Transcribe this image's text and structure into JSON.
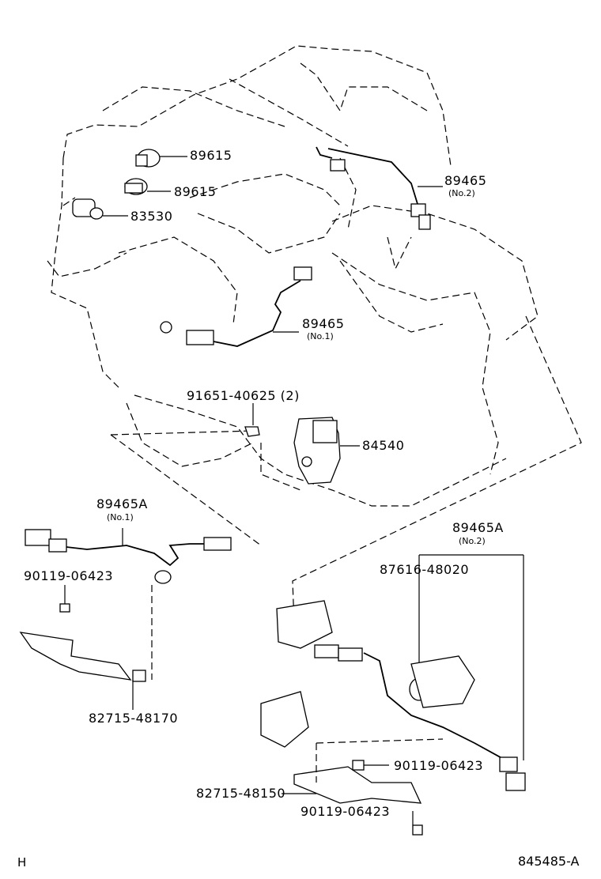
{
  "parts": {
    "knock_sensor_top": "89615",
    "knock_sensor_bottom": "89615",
    "sensor_83530": "83530",
    "oxygen_sensor_no2": "89465",
    "oxygen_sensor_no2_sub": "(No.2)",
    "oxygen_sensor_no1": "89465",
    "oxygen_sensor_no1_sub": "(No.1)",
    "bolt_91651": "91651-40625 (2)",
    "switch_84540": "84540",
    "oxygen_sensor_a_no1": "89465A",
    "oxygen_sensor_a_no1_sub": "(No.1)",
    "bolt_left": "90119-06423",
    "bracket_left": "82715-48170",
    "oxygen_sensor_a_no2": "89465A",
    "oxygen_sensor_a_no2_sub": "(No.2)",
    "clamp_87616": "87616-48020",
    "bolt_right_upper": "90119-06423",
    "bracket_right": "82715-48150",
    "bolt_right_lower": "90119-06423"
  },
  "footer": {
    "corner_left": "H",
    "drawing_number": "845485-A"
  }
}
